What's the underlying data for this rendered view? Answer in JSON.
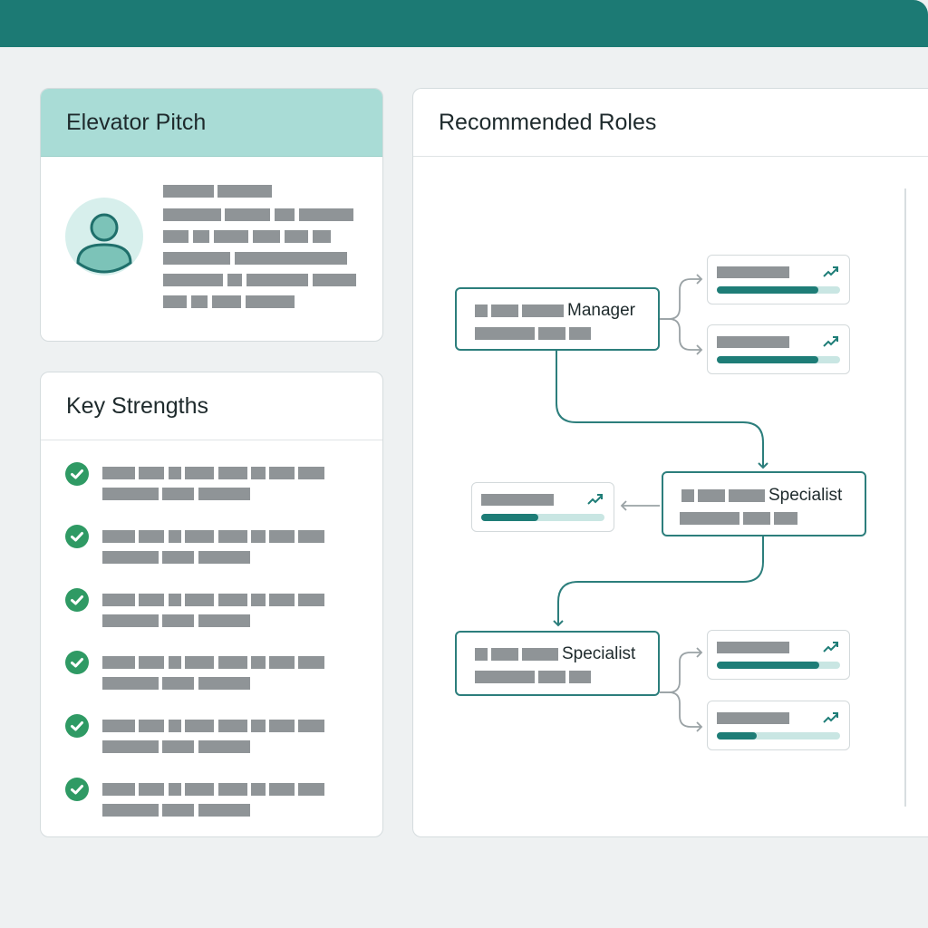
{
  "app": {
    "accent": "#1c7a74",
    "header_teal": "#a9dcd6",
    "check_green": "#2f9a64"
  },
  "elevator_pitch": {
    "title": "Elevator Pitch",
    "icon": "user-avatar-icon"
  },
  "key_strengths": {
    "title": "Key Strengths",
    "icon": "check-circle-icon",
    "item_count": 6
  },
  "recommended_roles": {
    "title": "Recommended Roles",
    "nodes": [
      {
        "id": "manager",
        "label": "Manager"
      },
      {
        "id": "specialist-1",
        "label": "Specialist"
      },
      {
        "id": "specialist-2",
        "label": "Specialist"
      }
    ],
    "match_bars": [
      {
        "parent": "manager",
        "level": 0.82,
        "icon": "trend-up-icon"
      },
      {
        "parent": "manager",
        "level": 0.82,
        "icon": "trend-up-icon"
      },
      {
        "parent": "specialist-1",
        "level": 0.46,
        "icon": "trend-up-icon"
      },
      {
        "parent": "specialist-2",
        "level": 0.83,
        "icon": "trend-up-icon"
      },
      {
        "parent": "specialist-2",
        "level": 0.32,
        "icon": "trend-up-icon"
      }
    ]
  }
}
